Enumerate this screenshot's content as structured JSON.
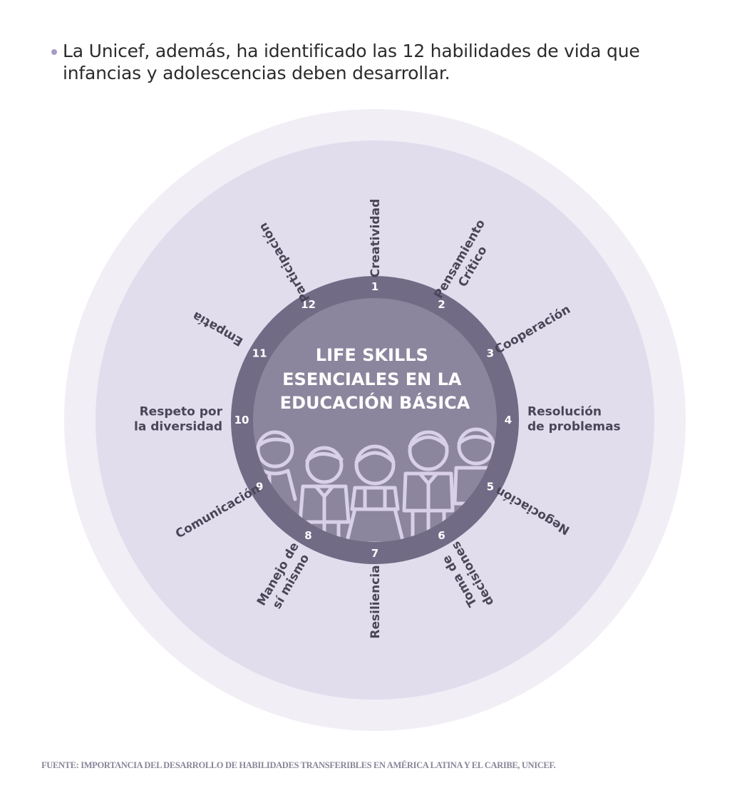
{
  "intro": {
    "text": "La Unicef, además, ha identificado las 12 habilidades de vida que infancias y adolescencias deben desarrollar."
  },
  "diagram": {
    "center_title_lines": [
      "LIFE SKILLS",
      "ESENCIALES EN LA",
      "EDUCACIÓN BÁSICA"
    ],
    "skills": [
      {
        "number": "1",
        "lines": [
          "Creatividad"
        ]
      },
      {
        "number": "2",
        "lines": [
          "Pensamiento",
          "Crítico"
        ]
      },
      {
        "number": "3",
        "lines": [
          "Cooperación"
        ]
      },
      {
        "number": "4",
        "lines": [
          "Resolución",
          "de problemas"
        ]
      },
      {
        "number": "5",
        "lines": [
          "Negociación"
        ]
      },
      {
        "number": "6",
        "lines": [
          "Toma de",
          "decisiones"
        ]
      },
      {
        "number": "7",
        "lines": [
          "Resiliencia"
        ]
      },
      {
        "number": "8",
        "lines": [
          "Manejo de",
          "sí mismo"
        ]
      },
      {
        "number": "9",
        "lines": [
          "Comunicación"
        ]
      },
      {
        "number": "10",
        "lines": [
          "Respeto por",
          "la diversidad"
        ]
      },
      {
        "number": "11",
        "lines": [
          "Empatía"
        ]
      },
      {
        "number": "12",
        "lines": [
          "Participación"
        ]
      }
    ],
    "colors": {
      "outer_ring": "#f1eef6",
      "inner_disc": "#e2dded",
      "number_ring": "#716b86",
      "center_disc": "#8b859d",
      "illustration": "#d8cfe8",
      "label": "#4a4658"
    },
    "illustration_icon": "children-group-icon"
  },
  "source": {
    "text": "FUENTE: IMPORTANCIA DEL DESARROLLO DE HABILIDADES TRANSFERIBLES EN AMÉRICA LATINA Y EL CARIBE, UNICEF."
  }
}
